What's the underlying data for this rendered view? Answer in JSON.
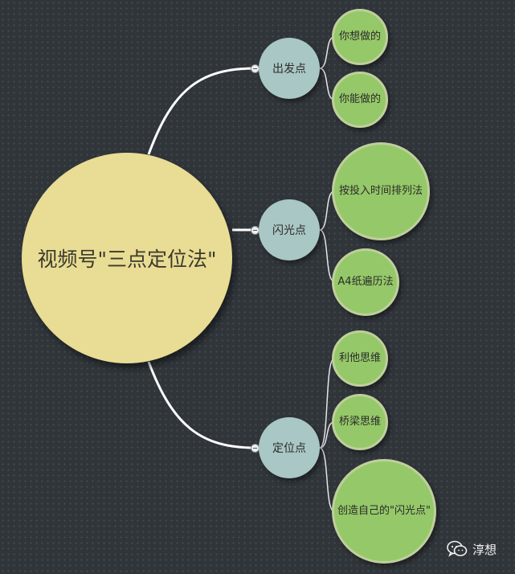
{
  "mindmap": {
    "root": {
      "label": "视频号\"三点定位法\""
    },
    "branches": [
      {
        "label": "出发点",
        "children": [
          "你想做的",
          "你能做的"
        ]
      },
      {
        "label": "闪光点",
        "children": [
          "按投入时间排列法",
          "A4纸遍历法"
        ]
      },
      {
        "label": "定位点",
        "children": [
          "利他思维",
          "桥梁思维",
          "创造自己的\"闪光点\""
        ]
      }
    ]
  },
  "watermark": {
    "text": "淳想",
    "icon": "wechat-icon"
  },
  "colors": {
    "background": "#30353a",
    "root": "#e9dc94",
    "branch": "#a9c7c4",
    "leaf": "#95c868",
    "line": "#ffffff"
  }
}
